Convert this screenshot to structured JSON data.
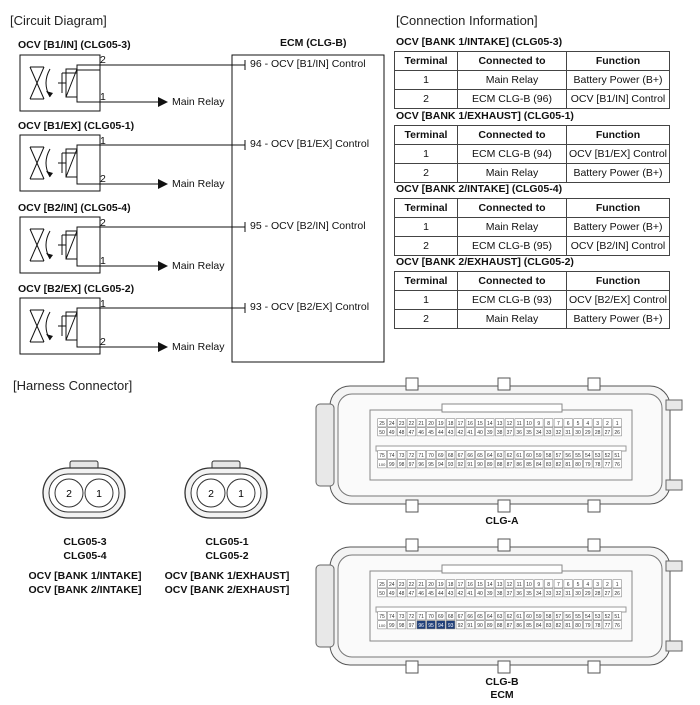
{
  "circuit": {
    "section_title": "[Circuit Diagram]",
    "ecm_title": "ECM (CLG-B)",
    "ocvs": [
      {
        "name": "OCV [B1/IN] (CLG05-3)",
        "pin_top": "2",
        "pin_bottom": "1",
        "ecm_label": "96 - OCV [B1/IN] Control",
        "relay_label": "Main Relay"
      },
      {
        "name": "OCV [B1/EX] (CLG05-1)",
        "pin_top": "1",
        "pin_bottom": "2",
        "ecm_label": "94 - OCV [B1/EX] Control",
        "relay_label": "Main Relay"
      },
      {
        "name": "OCV [B2/IN] (CLG05-4)",
        "pin_top": "2",
        "pin_bottom": "1",
        "ecm_label": "95 - OCV [B2/IN] Control",
        "relay_label": "Main Relay"
      },
      {
        "name": "OCV [B2/EX] (CLG05-2)",
        "pin_top": "1",
        "pin_bottom": "2",
        "ecm_label": "93 - OCV [B2/EX] Control",
        "relay_label": "Main Relay"
      }
    ]
  },
  "connection": {
    "section_title": "[Connection Information]",
    "headers": [
      "Terminal",
      "Connected to",
      "Function"
    ],
    "tables": [
      {
        "title": "OCV [BANK 1/INTAKE] (CLG05-3)",
        "rows": [
          [
            "1",
            "Main Relay",
            "Battery Power (B+)"
          ],
          [
            "2",
            "ECM CLG-B (96)",
            "OCV [B1/IN] Control"
          ]
        ]
      },
      {
        "title": "OCV [BANK 1/EXHAUST] (CLG05-1)",
        "rows": [
          [
            "1",
            "ECM CLG-B (94)",
            "OCV [B1/EX] Control"
          ],
          [
            "2",
            "Main Relay",
            "Battery Power (B+)"
          ]
        ]
      },
      {
        "title": "OCV [BANK 2/INTAKE] (CLG05-4)",
        "rows": [
          [
            "1",
            "Main Relay",
            "Battery Power (B+)"
          ],
          [
            "2",
            "ECM CLG-B (95)",
            "OCV [B2/IN] Control"
          ]
        ]
      },
      {
        "title": "OCV [BANK 2/EXHAUST] (CLG05-2)",
        "rows": [
          [
            "1",
            "ECM CLG-B (93)",
            "OCV [B2/EX] Control"
          ],
          [
            "2",
            "Main Relay",
            "Battery Power (B+)"
          ]
        ]
      }
    ]
  },
  "harness": {
    "section_title": "[Harness Connector]",
    "plug_left": {
      "pins": [
        "2",
        "1"
      ],
      "id1": "CLG05-3",
      "id2": "CLG05-4",
      "name1": "OCV [BANK 1/INTAKE]",
      "name2": "OCV [BANK 2/INTAKE]"
    },
    "plug_right": {
      "pins": [
        "2",
        "1"
      ],
      "id1": "CLG05-1",
      "id2": "CLG05-2",
      "name1": "OCV [BANK 1/EXHAUST]",
      "name2": "OCV [BANK 2/EXHAUST]"
    },
    "ecm_a_label": "CLG-A",
    "ecm_b_label": "CLG-B",
    "ecm_b_sub": "ECM",
    "pin_rows": [
      [
        "25",
        "24",
        "23",
        "22",
        "21",
        "20",
        "19",
        "18",
        "17",
        "16",
        "15",
        "14",
        "13",
        "12",
        "11",
        "10",
        "9",
        "8",
        "7",
        "6",
        "5",
        "4",
        "3",
        "2",
        "1"
      ],
      [
        "50",
        "49",
        "48",
        "47",
        "46",
        "45",
        "44",
        "43",
        "42",
        "41",
        "40",
        "39",
        "38",
        "37",
        "36",
        "35",
        "34",
        "33",
        "32",
        "31",
        "30",
        "29",
        "28",
        "27",
        "26"
      ],
      [
        "75",
        "74",
        "73",
        "72",
        "71",
        "70",
        "69",
        "68",
        "67",
        "66",
        "65",
        "64",
        "63",
        "62",
        "61",
        "60",
        "59",
        "58",
        "57",
        "56",
        "55",
        "54",
        "53",
        "52",
        "51"
      ],
      [
        "100",
        "99",
        "98",
        "97",
        "96",
        "95",
        "94",
        "93",
        "92",
        "91",
        "90",
        "89",
        "88",
        "87",
        "86",
        "85",
        "84",
        "83",
        "82",
        "81",
        "80",
        "79",
        "78",
        "77",
        "76"
      ]
    ],
    "highlight_pins": [
      "96",
      "95",
      "94",
      "93"
    ],
    "highlight_color": "#1f3f7a"
  }
}
